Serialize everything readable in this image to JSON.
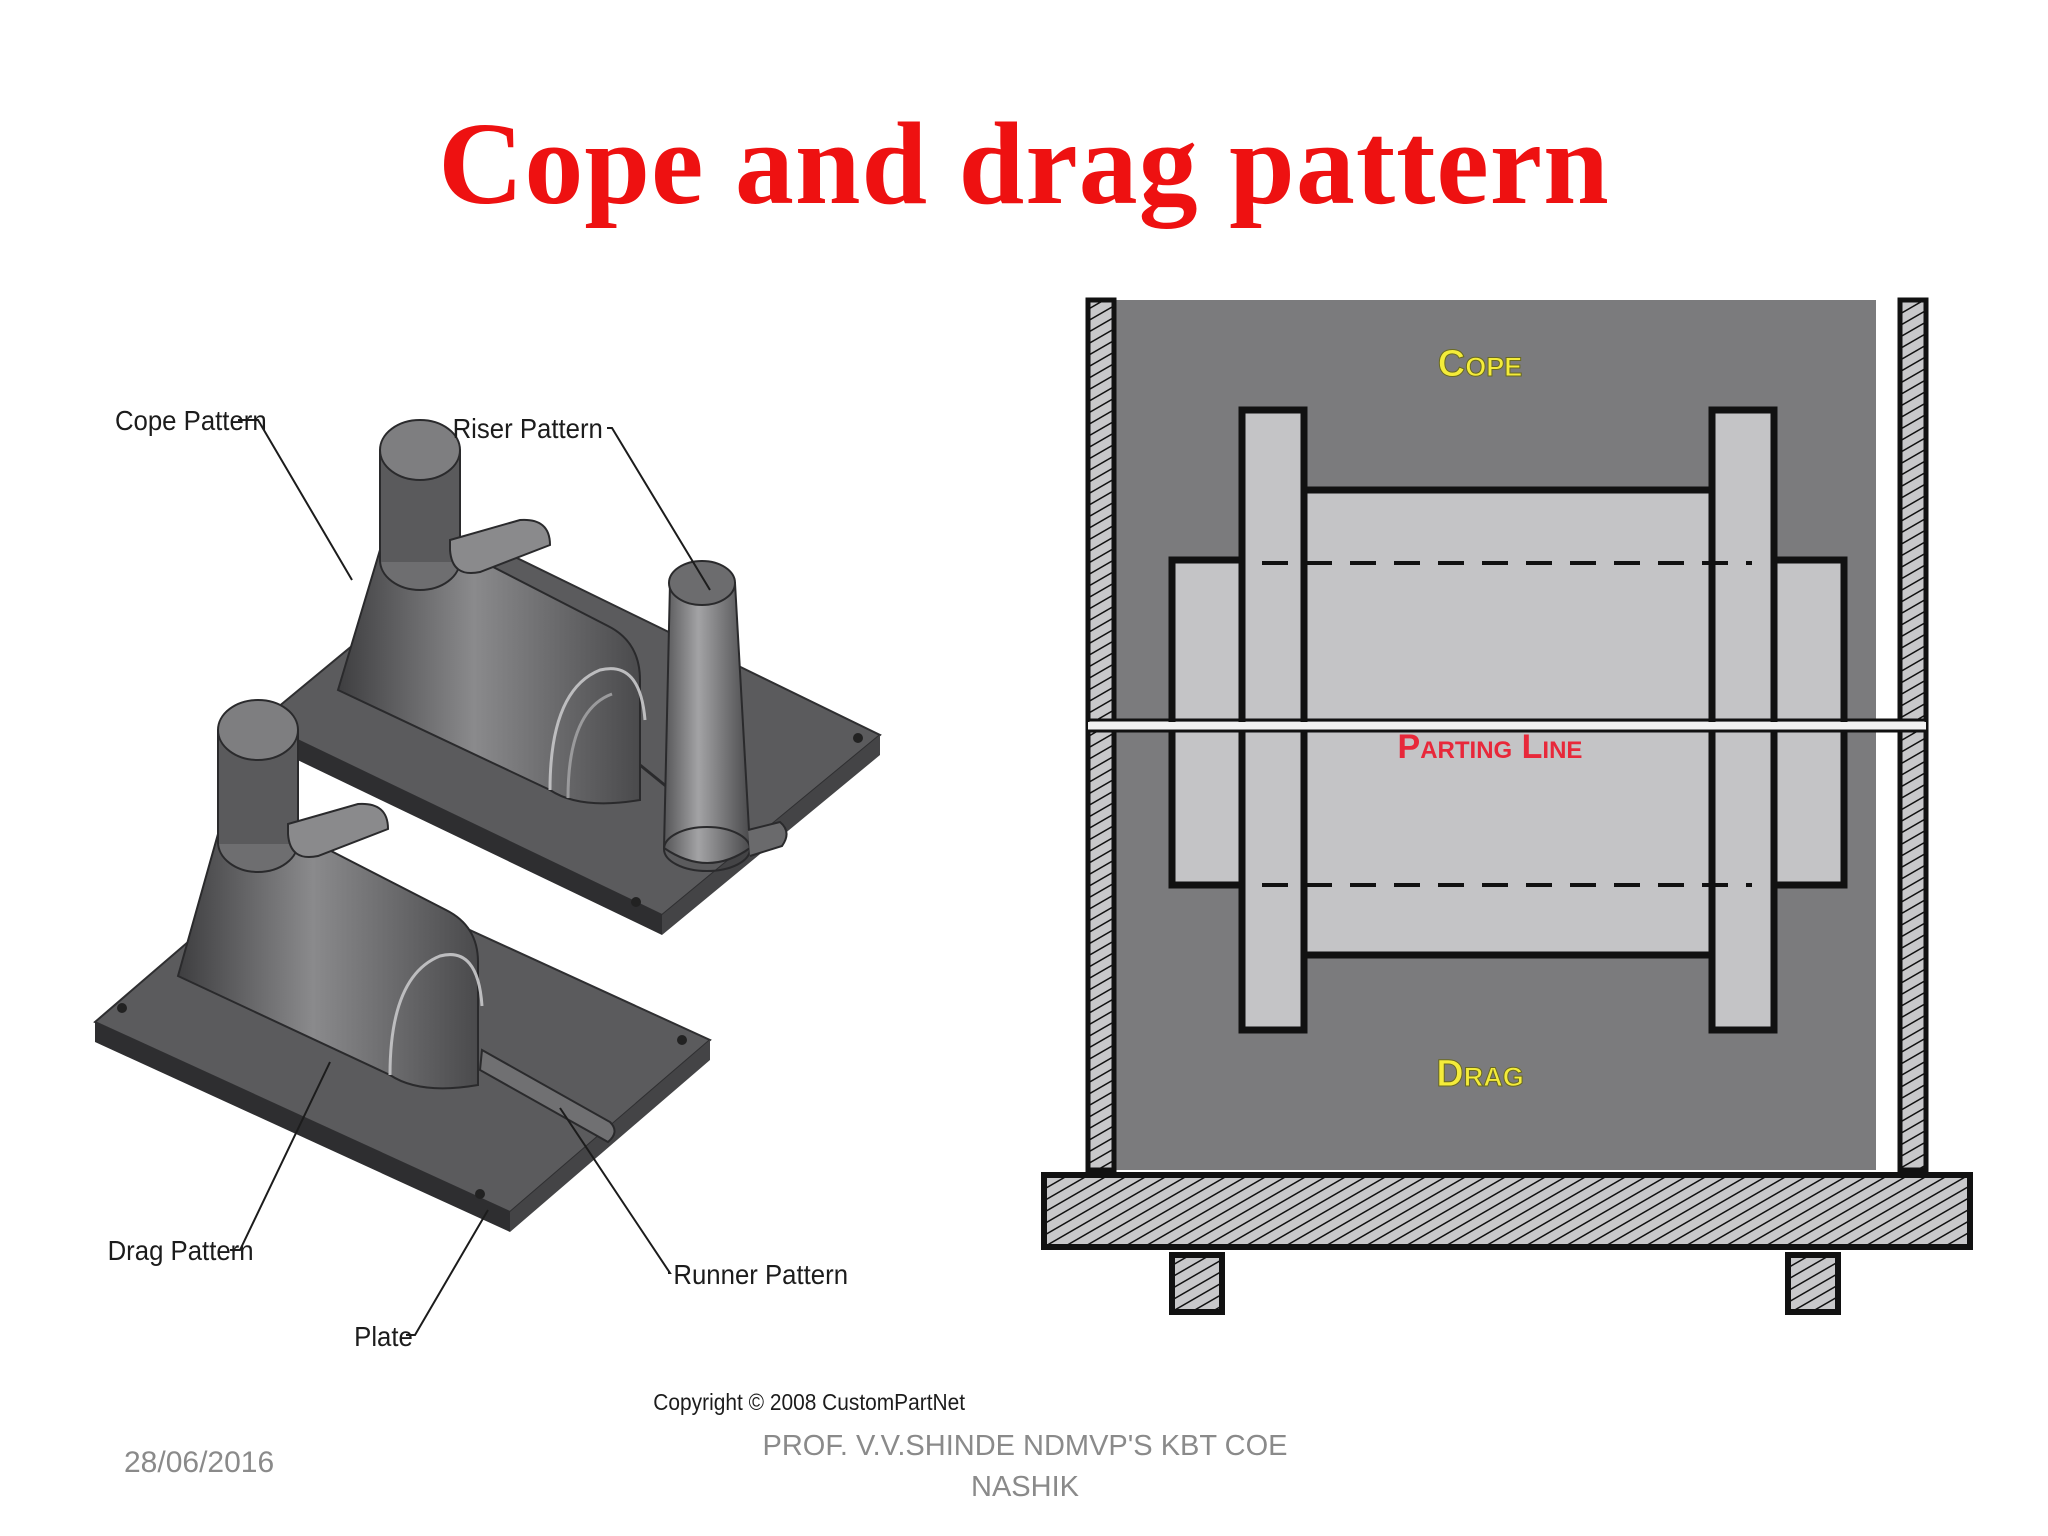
{
  "slide": {
    "title": "Cope and drag pattern",
    "date": "28/06/2016",
    "author": "PROF. V.V.SHINDE NDMVP'S KBT COE NASHIK"
  },
  "left_figure": {
    "labels": {
      "cope_pattern": "Cope Pattern",
      "riser_pattern": "Riser Pattern",
      "drag_pattern": "Drag Pattern",
      "runner_pattern": "Runner Pattern",
      "plate": "Plate"
    },
    "copyright": "Copyright © 2008 CustomPartNet"
  },
  "right_figure": {
    "cope_label": "Cope",
    "parting_line_label": "Parting Line",
    "drag_label": "Drag",
    "colors": {
      "flask_fill": "#7b7b7d",
      "pattern_fill": "#c4c4c6",
      "cope_drag_text": "#f4ec3a",
      "parting_text": "#e8283a"
    }
  }
}
